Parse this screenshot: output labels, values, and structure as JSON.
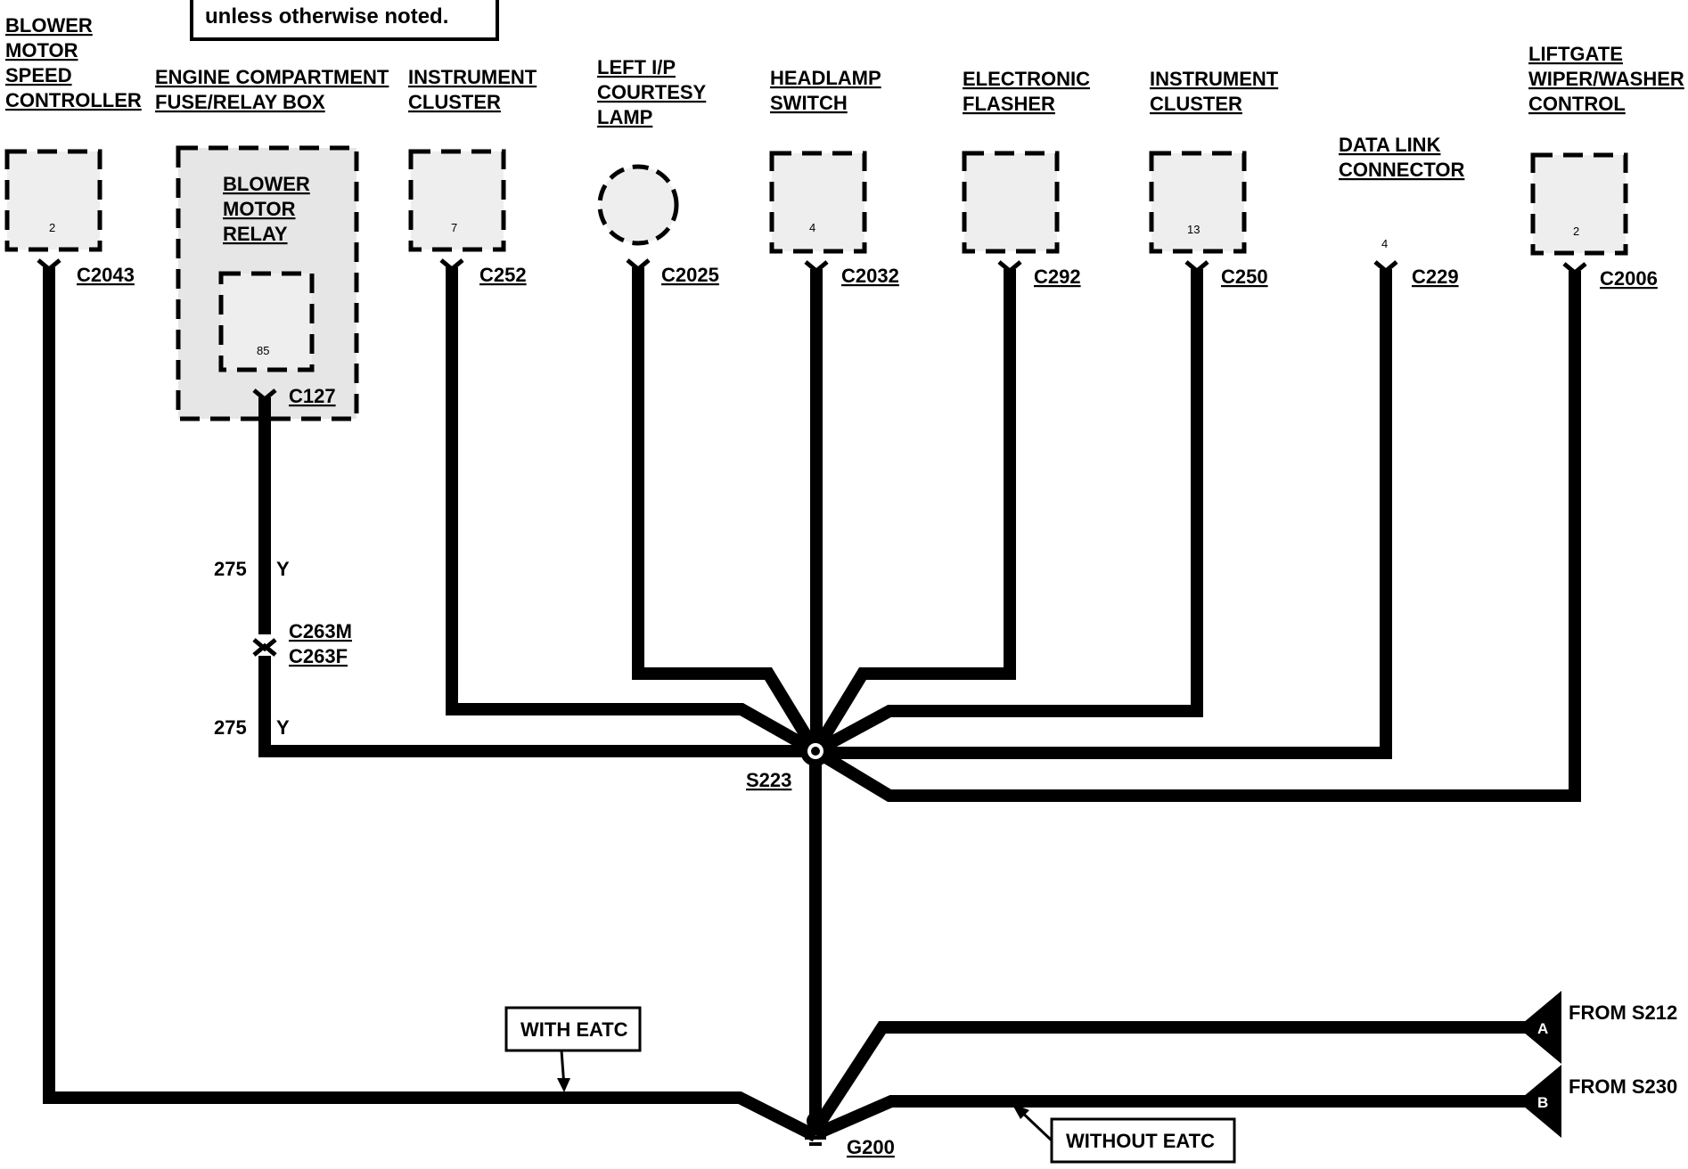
{
  "header_note": "unless otherwise noted.",
  "components": {
    "blower_speed_controller": [
      "BLOWER",
      "MOTOR",
      "SPEED",
      "CONTROLLER"
    ],
    "engine_fuse_box": [
      "ENGINE COMPARTMENT",
      "FUSE/RELAY BOX"
    ],
    "blower_motor_relay": [
      "BLOWER",
      "MOTOR",
      "RELAY"
    ],
    "instrument_cluster_1": [
      "INSTRUMENT",
      "CLUSTER"
    ],
    "left_ip_lamp": [
      "LEFT I/P",
      "COURTESY",
      "LAMP"
    ],
    "headlamp_switch": [
      "HEADLAMP",
      "SWITCH"
    ],
    "electronic_flasher": [
      "ELECTRONIC",
      "FLASHER"
    ],
    "instrument_cluster_2": [
      "INSTRUMENT",
      "CLUSTER"
    ],
    "data_link_connector": [
      "DATA LINK",
      "CONNECTOR"
    ],
    "liftgate_control": [
      "LIFTGATE",
      "WIPER/WASHER",
      "CONTROL"
    ]
  },
  "pins": {
    "blower_speed_controller": "2",
    "blower_motor_relay": "85",
    "instrument_cluster_1": "7",
    "headlamp_switch": "4",
    "instrument_cluster_2": "13",
    "data_link_connector": "4",
    "liftgate_control": "2"
  },
  "connectors": {
    "c2043": "C2043",
    "c127": "C127",
    "c252": "C252",
    "c2025": "C2025",
    "c2032": "C2032",
    "c292": "C292",
    "c250": "C250",
    "c229": "C229",
    "c2006": "C2006",
    "c263m": "C263M",
    "c263f": "C263F"
  },
  "wire": {
    "circuit": "275",
    "color": "Y"
  },
  "splice": "S223",
  "ground": "G200",
  "callouts": {
    "with_eatc": "WITH EATC",
    "without_eatc": "WITHOUT EATC"
  },
  "offpage": {
    "a_letter": "A",
    "a_label": "FROM S212",
    "b_letter": "B",
    "b_label": "FROM S230"
  }
}
